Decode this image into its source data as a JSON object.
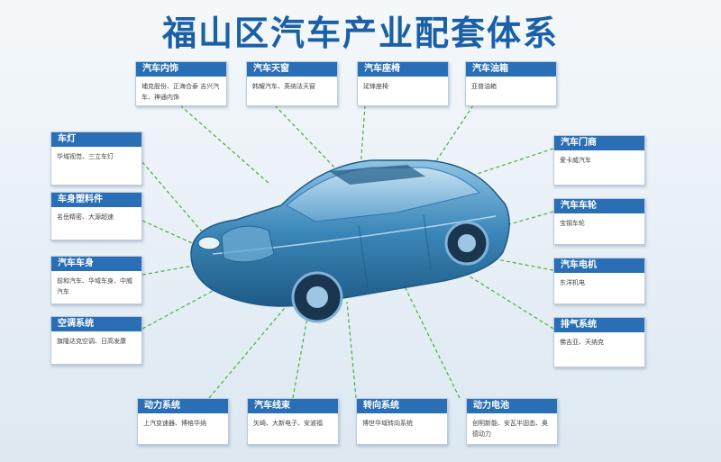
{
  "title": "福山区汽车产业配套体系",
  "colors": {
    "title": "#1b5fa6",
    "header": "#2a6fb5",
    "line": "#4cae3c",
    "car_body": "#3a86b8"
  },
  "categories": [
    {
      "id": "interior",
      "label": "汽车内饰",
      "items": "埔克股份、正海合泰 吉兴汽车、神通内饰"
    },
    {
      "id": "sunroof",
      "label": "汽车天窗",
      "items": "韩耀汽车、英纳法天窗"
    },
    {
      "id": "seat",
      "label": "汽车座椅",
      "items": "延锋座椅"
    },
    {
      "id": "fuel-tank",
      "label": "汽车油箱",
      "items": "亚普油箱"
    },
    {
      "id": "lamp",
      "label": "车灯",
      "items": "华域视觉、三立车灯"
    },
    {
      "id": "plastic-parts",
      "label": "车身塑料件",
      "items": "名岳精密、大源超速"
    },
    {
      "id": "body",
      "label": "汽车车身",
      "items": "前和汽车、华域车身、中威汽车"
    },
    {
      "id": "ac",
      "label": "空调系统",
      "items": "旗隆达克空调、日高发康"
    },
    {
      "id": "powertrain",
      "label": "动力系统",
      "items": "上汽变速器、博格华纳"
    },
    {
      "id": "wiring",
      "label": "汽车线束",
      "items": "矢崎、大新电子、安波福"
    },
    {
      "id": "steering",
      "label": "转向系统",
      "items": "博世华域转向系统"
    },
    {
      "id": "battery",
      "label": "动力电池",
      "items": "创明新能、安瓦半固态、奥德动力"
    },
    {
      "id": "door-lock",
      "label": "汽车门商",
      "items": "爱卡威汽车"
    },
    {
      "id": "wheel",
      "label": "汽车车轮",
      "items": "宝钢车轮"
    },
    {
      "id": "motor",
      "label": "汽车电机",
      "items": "东洋机电"
    },
    {
      "id": "exhaust",
      "label": "排气系统",
      "items": "佛吉亚、天纳克"
    }
  ]
}
